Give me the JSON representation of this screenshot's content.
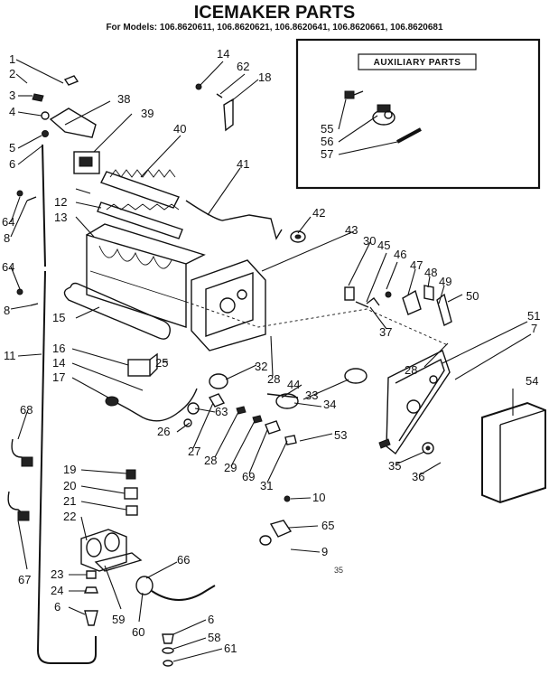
{
  "title": "ICEMAKER PARTS",
  "models_line": "For Models: 106.8620611, 106.8620621, 106.8620641, 106.8620661, 106.8620681",
  "auxiliary_box": {
    "heading": "AUXILIARY PARTS",
    "callouts": [
      "55",
      "56",
      "57"
    ]
  },
  "callouts": [
    "1",
    "2",
    "3",
    "4",
    "5",
    "6",
    "38",
    "39",
    "40",
    "14",
    "62",
    "18",
    "41",
    "42",
    "43",
    "30",
    "45",
    "46",
    "47",
    "48",
    "49",
    "50",
    "12",
    "13",
    "64",
    "8",
    "64",
    "8",
    "15",
    "11",
    "16",
    "14",
    "17",
    "25",
    "32",
    "28",
    "44",
    "33",
    "34",
    "37",
    "28",
    "51",
    "7",
    "54",
    "68",
    "63",
    "26",
    "27",
    "28",
    "29",
    "69",
    "31",
    "53",
    "35",
    "36",
    "19",
    "20",
    "21",
    "22",
    "10",
    "65",
    "9",
    "23",
    "24",
    "6",
    "59",
    "60",
    "66",
    "6",
    "58",
    "61",
    "67"
  ],
  "page_number": "35"
}
